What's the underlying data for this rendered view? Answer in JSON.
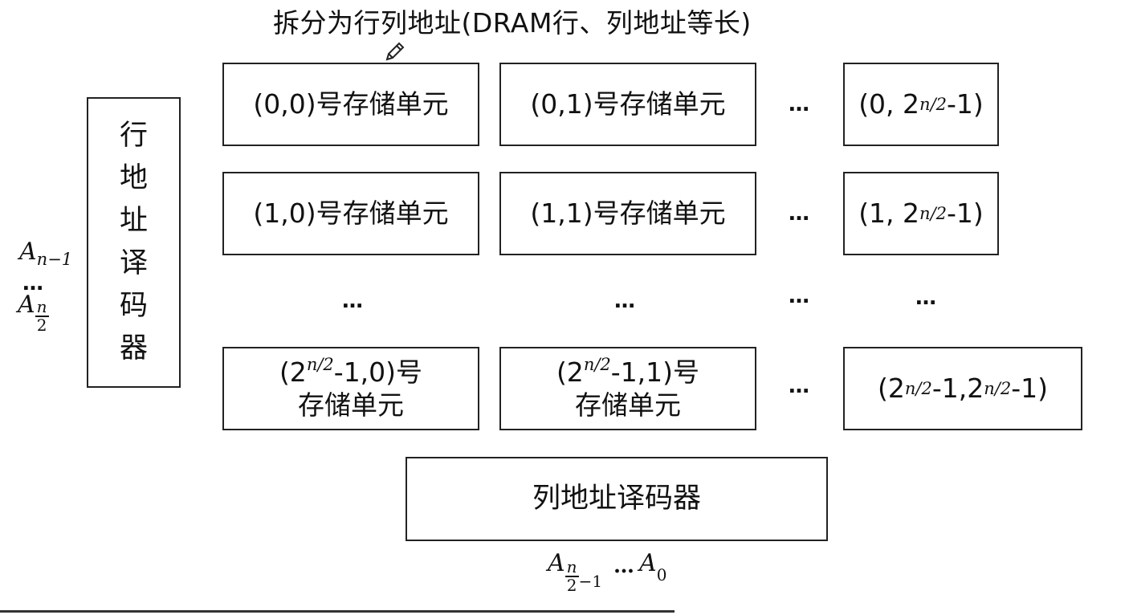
{
  "title": "拆分为行列地址(DRAM行、列地址等长)",
  "row_decoder": {
    "chars": [
      "行",
      "地",
      "址",
      "译",
      "码",
      "器"
    ]
  },
  "row_input": {
    "top_base": "A",
    "top_sub": "n−1",
    "dots": "…",
    "bottom_base": "A",
    "bottom_frac_num": "n",
    "bottom_frac_den": "2"
  },
  "cells": {
    "r0c0": "(0,0)号存储单元",
    "r0c1": "(0,1)号存储单元",
    "r0cl_pre": "(0, 2",
    "r0cl_post": "-1)",
    "r1c0": "(1,0)号存储单元",
    "r1c1": "(1,1)号存储单元",
    "r1cl_pre": "(1, 2",
    "r1cl_post": "-1)",
    "rlc0_pre": "(2",
    "rlc0_post": "-1,0)号",
    "rlc0_line2": "存储单元",
    "rlc1_pre": "(2",
    "rlc1_post": "-1,1)号",
    "rlc1_line2": "存储单元",
    "rlcl_pre": "(2",
    "rlcl_mid": "-1,2",
    "rlcl_post": "-1)",
    "exponent": "n/2"
  },
  "ellipsis": "…",
  "col_decoder": {
    "label": "列地址译码器"
  },
  "col_input": {
    "base": "A",
    "frac_num": "n",
    "frac_den": "2",
    "minus_one": "−1",
    "dots": "…",
    "last_base": "A",
    "last_sub": "0"
  },
  "icons": {
    "pencil": "pencil-icon"
  }
}
